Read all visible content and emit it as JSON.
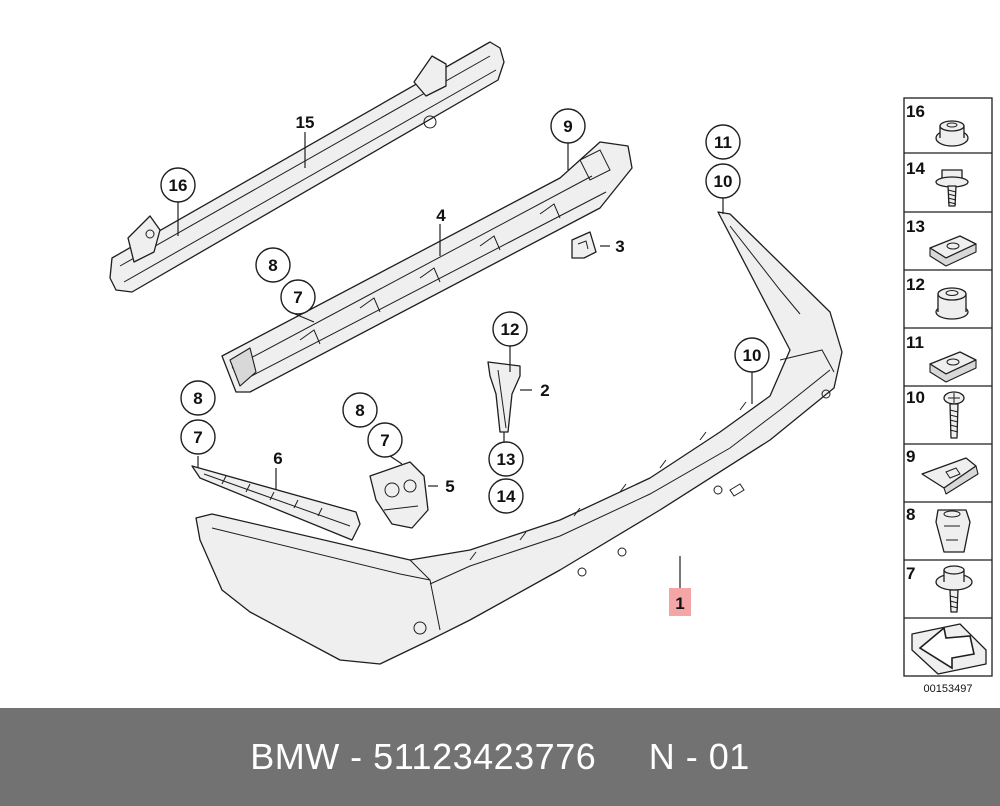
{
  "diagram": {
    "id_code": "00153497",
    "highlight_color": "#f4a6a6",
    "callouts": [
      "15",
      "16",
      "9",
      "4",
      "3",
      "8",
      "7",
      "12",
      "2",
      "13",
      "14",
      "8",
      "7",
      "6",
      "8",
      "7",
      "5",
      "11",
      "10",
      "10",
      "1"
    ],
    "legend_items": [
      "16",
      "14",
      "13",
      "12",
      "11",
      "10",
      "9",
      "8",
      "7"
    ]
  },
  "footer": {
    "brand": "BMW",
    "separator": " - ",
    "part_number": "51123423776",
    "suffix": "N - 01"
  }
}
